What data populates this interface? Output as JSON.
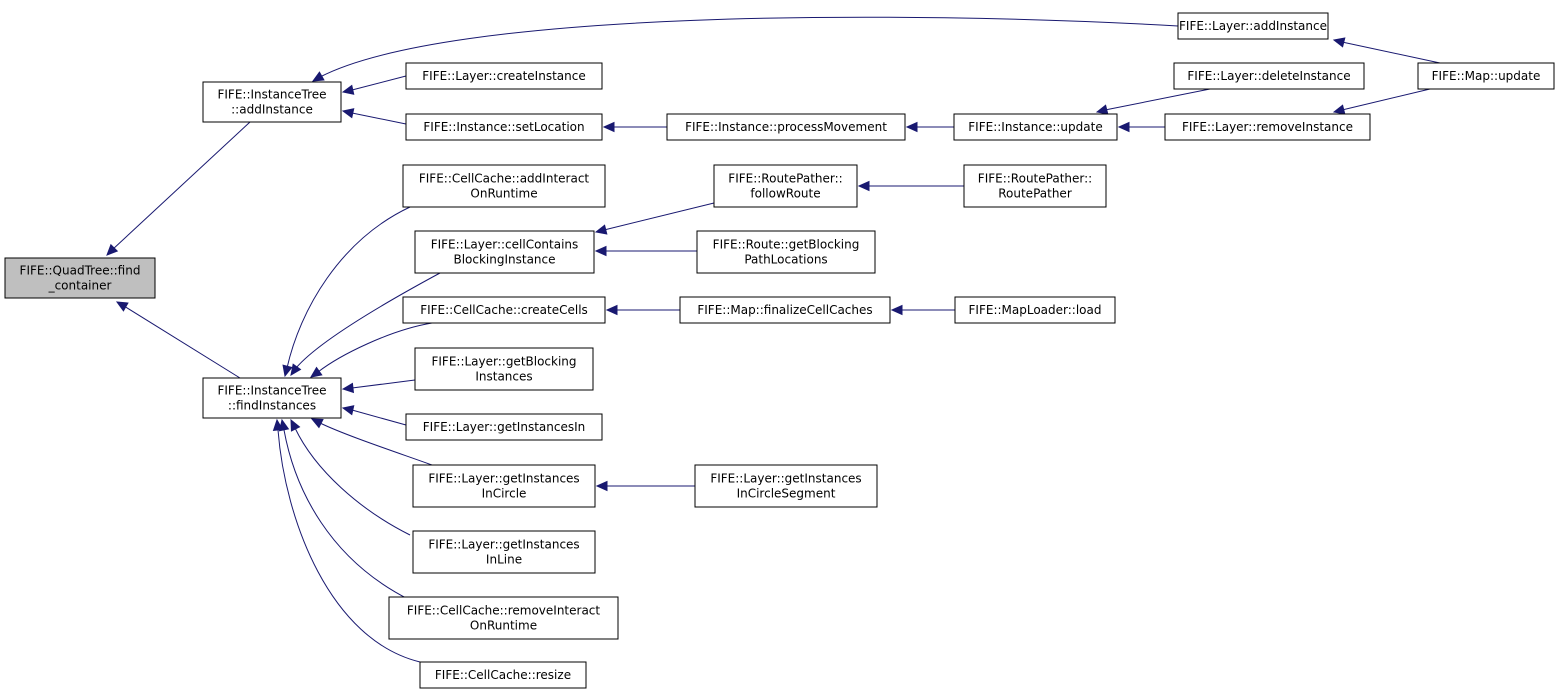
{
  "graph": {
    "colors": {
      "edge": "#191970",
      "root_fill": "#bfbfbf",
      "node_fill": "#ffffff",
      "border": "#000000"
    },
    "nodes": [
      {
        "id": "quadtree_find_container",
        "lines": [
          "FIFE::QuadTree::find",
          "_container"
        ],
        "root": true
      },
      {
        "id": "instancetree_addinstance",
        "lines": [
          "FIFE::InstanceTree",
          "::addInstance"
        ]
      },
      {
        "id": "instancetree_findinstances",
        "lines": [
          "FIFE::InstanceTree",
          "::findInstances"
        ]
      },
      {
        "id": "layer_addinstance",
        "lines": [
          "FIFE::Layer::addInstance"
        ]
      },
      {
        "id": "map_update",
        "lines": [
          "FIFE::Map::update"
        ]
      },
      {
        "id": "layer_createinstance",
        "lines": [
          "FIFE::Layer::createInstance"
        ]
      },
      {
        "id": "layer_deleteinstance",
        "lines": [
          "FIFE::Layer::deleteInstance"
        ]
      },
      {
        "id": "instance_setlocation",
        "lines": [
          "FIFE::Instance::setLocation"
        ]
      },
      {
        "id": "instance_processmovement",
        "lines": [
          "FIFE::Instance::processMovement"
        ]
      },
      {
        "id": "instance_update",
        "lines": [
          "FIFE::Instance::update"
        ]
      },
      {
        "id": "layer_removeinstance",
        "lines": [
          "FIFE::Layer::removeInstance"
        ]
      },
      {
        "id": "cellcache_addinteractonruntime",
        "lines": [
          "FIFE::CellCache::addInteract",
          "OnRuntime"
        ]
      },
      {
        "id": "routepather_followroute",
        "lines": [
          "FIFE::RoutePather::",
          "followRoute"
        ]
      },
      {
        "id": "routepather_routepather",
        "lines": [
          "FIFE::RoutePather::",
          "RoutePather"
        ]
      },
      {
        "id": "layer_cellcontainsblockinginstance",
        "lines": [
          "FIFE::Layer::cellContains",
          "BlockingInstance"
        ]
      },
      {
        "id": "route_getblockingpathlocations",
        "lines": [
          "FIFE::Route::getBlocking",
          "PathLocations"
        ]
      },
      {
        "id": "cellcache_createcells",
        "lines": [
          "FIFE::CellCache::createCells"
        ]
      },
      {
        "id": "map_finalizecellcaches",
        "lines": [
          "FIFE::Map::finalizeCellCaches"
        ]
      },
      {
        "id": "maploader_load",
        "lines": [
          "FIFE::MapLoader::load"
        ]
      },
      {
        "id": "layer_getblockinginstances",
        "lines": [
          "FIFE::Layer::getBlocking",
          "Instances"
        ]
      },
      {
        "id": "layer_getinstancesin",
        "lines": [
          "FIFE::Layer::getInstancesIn"
        ]
      },
      {
        "id": "layer_getinstancesincircle",
        "lines": [
          "FIFE::Layer::getInstances",
          "InCircle"
        ]
      },
      {
        "id": "layer_getinstancesincirclesegment",
        "lines": [
          "FIFE::Layer::getInstances",
          "InCircleSegment"
        ]
      },
      {
        "id": "layer_getinstancesinline",
        "lines": [
          "FIFE::Layer::getInstances",
          "InLine"
        ]
      },
      {
        "id": "cellcache_removeinteractonruntime",
        "lines": [
          "FIFE::CellCache::removeInteract",
          "OnRuntime"
        ]
      },
      {
        "id": "cellcache_resize",
        "lines": [
          "FIFE::CellCache::resize"
        ]
      }
    ],
    "edges": [
      {
        "from": "instancetree_addinstance",
        "to": "quadtree_find_container"
      },
      {
        "from": "instancetree_findinstances",
        "to": "quadtree_find_container"
      },
      {
        "from": "layer_addinstance",
        "to": "instancetree_addinstance"
      },
      {
        "from": "layer_createinstance",
        "to": "instancetree_addinstance"
      },
      {
        "from": "instance_setlocation",
        "to": "instancetree_addinstance"
      },
      {
        "from": "map_update",
        "to": "layer_addinstance"
      },
      {
        "from": "map_update",
        "to": "layer_removeinstance"
      },
      {
        "from": "instance_processmovement",
        "to": "instance_setlocation"
      },
      {
        "from": "instance_update",
        "to": "instance_processmovement"
      },
      {
        "from": "layer_deleteinstance",
        "to": "instance_update"
      },
      {
        "from": "layer_removeinstance",
        "to": "instance_update"
      },
      {
        "from": "cellcache_addinteractonruntime",
        "to": "instancetree_findinstances"
      },
      {
        "from": "layer_cellcontainsblockinginstance",
        "to": "instancetree_findinstances"
      },
      {
        "from": "cellcache_createcells",
        "to": "instancetree_findinstances"
      },
      {
        "from": "layer_getblockinginstances",
        "to": "instancetree_findinstances"
      },
      {
        "from": "layer_getinstancesin",
        "to": "instancetree_findinstances"
      },
      {
        "from": "layer_getinstancesincircle",
        "to": "instancetree_findinstances"
      },
      {
        "from": "layer_getinstancesinline",
        "to": "instancetree_findinstances"
      },
      {
        "from": "cellcache_removeinteractonruntime",
        "to": "instancetree_findinstances"
      },
      {
        "from": "cellcache_resize",
        "to": "instancetree_findinstances"
      },
      {
        "from": "routepather_followroute",
        "to": "layer_cellcontainsblockinginstance"
      },
      {
        "from": "route_getblockingpathlocations",
        "to": "layer_cellcontainsblockinginstance"
      },
      {
        "from": "routepather_routepather",
        "to": "routepather_followroute"
      },
      {
        "from": "map_finalizecellcaches",
        "to": "cellcache_createcells"
      },
      {
        "from": "maploader_load",
        "to": "map_finalizecellcaches"
      },
      {
        "from": "layer_getinstancesincirclesegment",
        "to": "layer_getinstancesincircle"
      }
    ]
  }
}
